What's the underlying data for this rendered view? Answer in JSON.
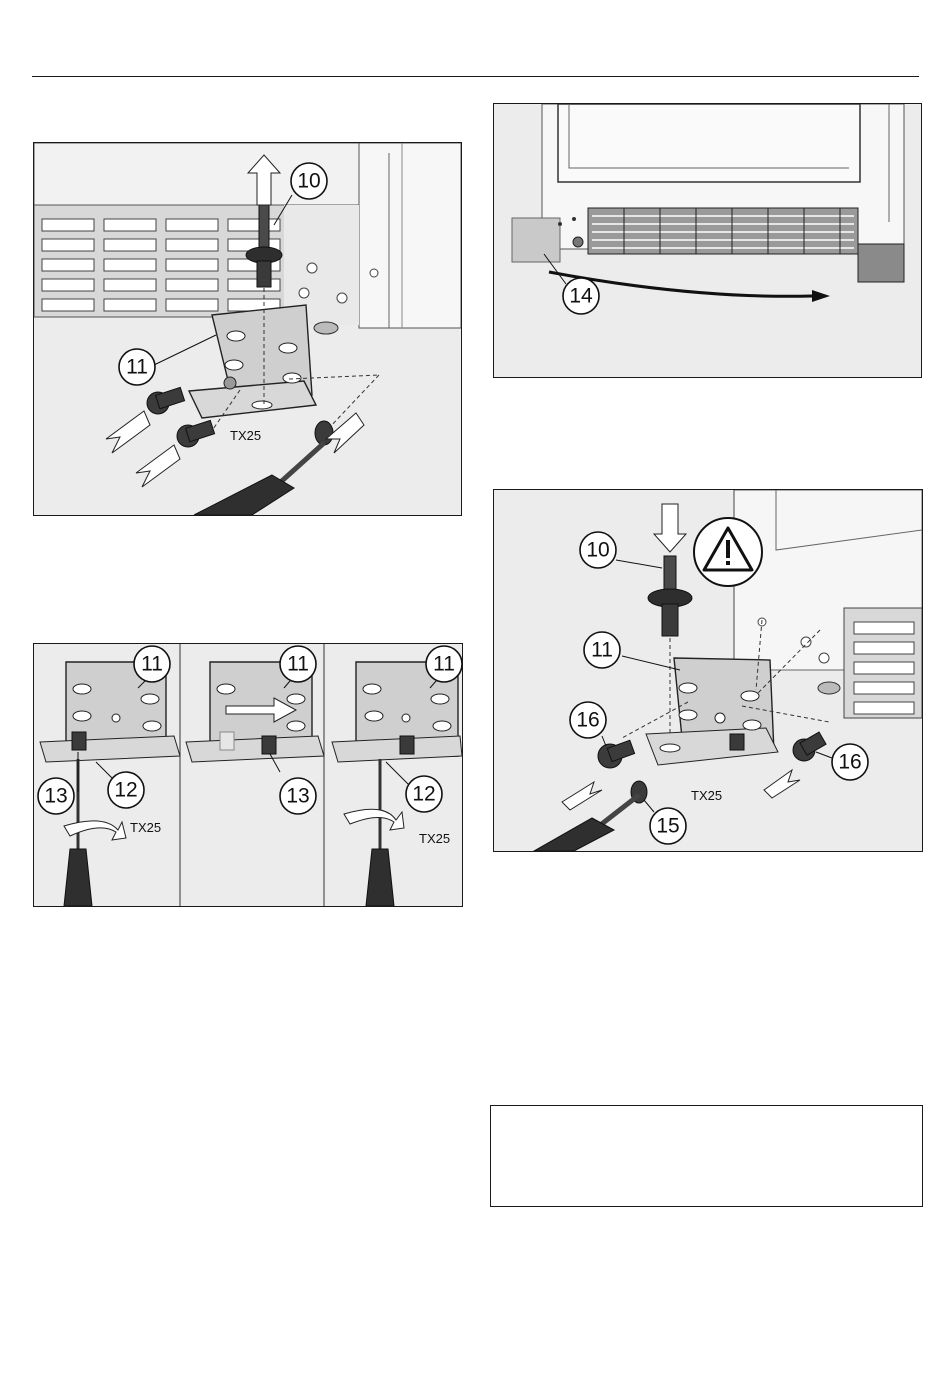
{
  "colors": {
    "frame": "#1a1a1a",
    "panel_bg": "#ececec",
    "metal": "#cfcfcf",
    "dark": "#3a3a3a"
  },
  "figures": {
    "remove_hinge": {
      "callouts": [
        "10",
        "11"
      ],
      "tool_label": "TX25"
    },
    "move_cover": {
      "callouts": [
        "14"
      ]
    },
    "hinge_steps": {
      "callouts": [
        "11",
        "13",
        "12",
        "11",
        "13",
        "11",
        "12"
      ],
      "tool_labels": [
        "TX25",
        "TX25"
      ]
    },
    "install_hinge": {
      "callouts": [
        "10",
        "11",
        "16",
        "16",
        "15"
      ],
      "tool_label": "TX25",
      "warning_icon": "warning-triangle-icon"
    }
  }
}
